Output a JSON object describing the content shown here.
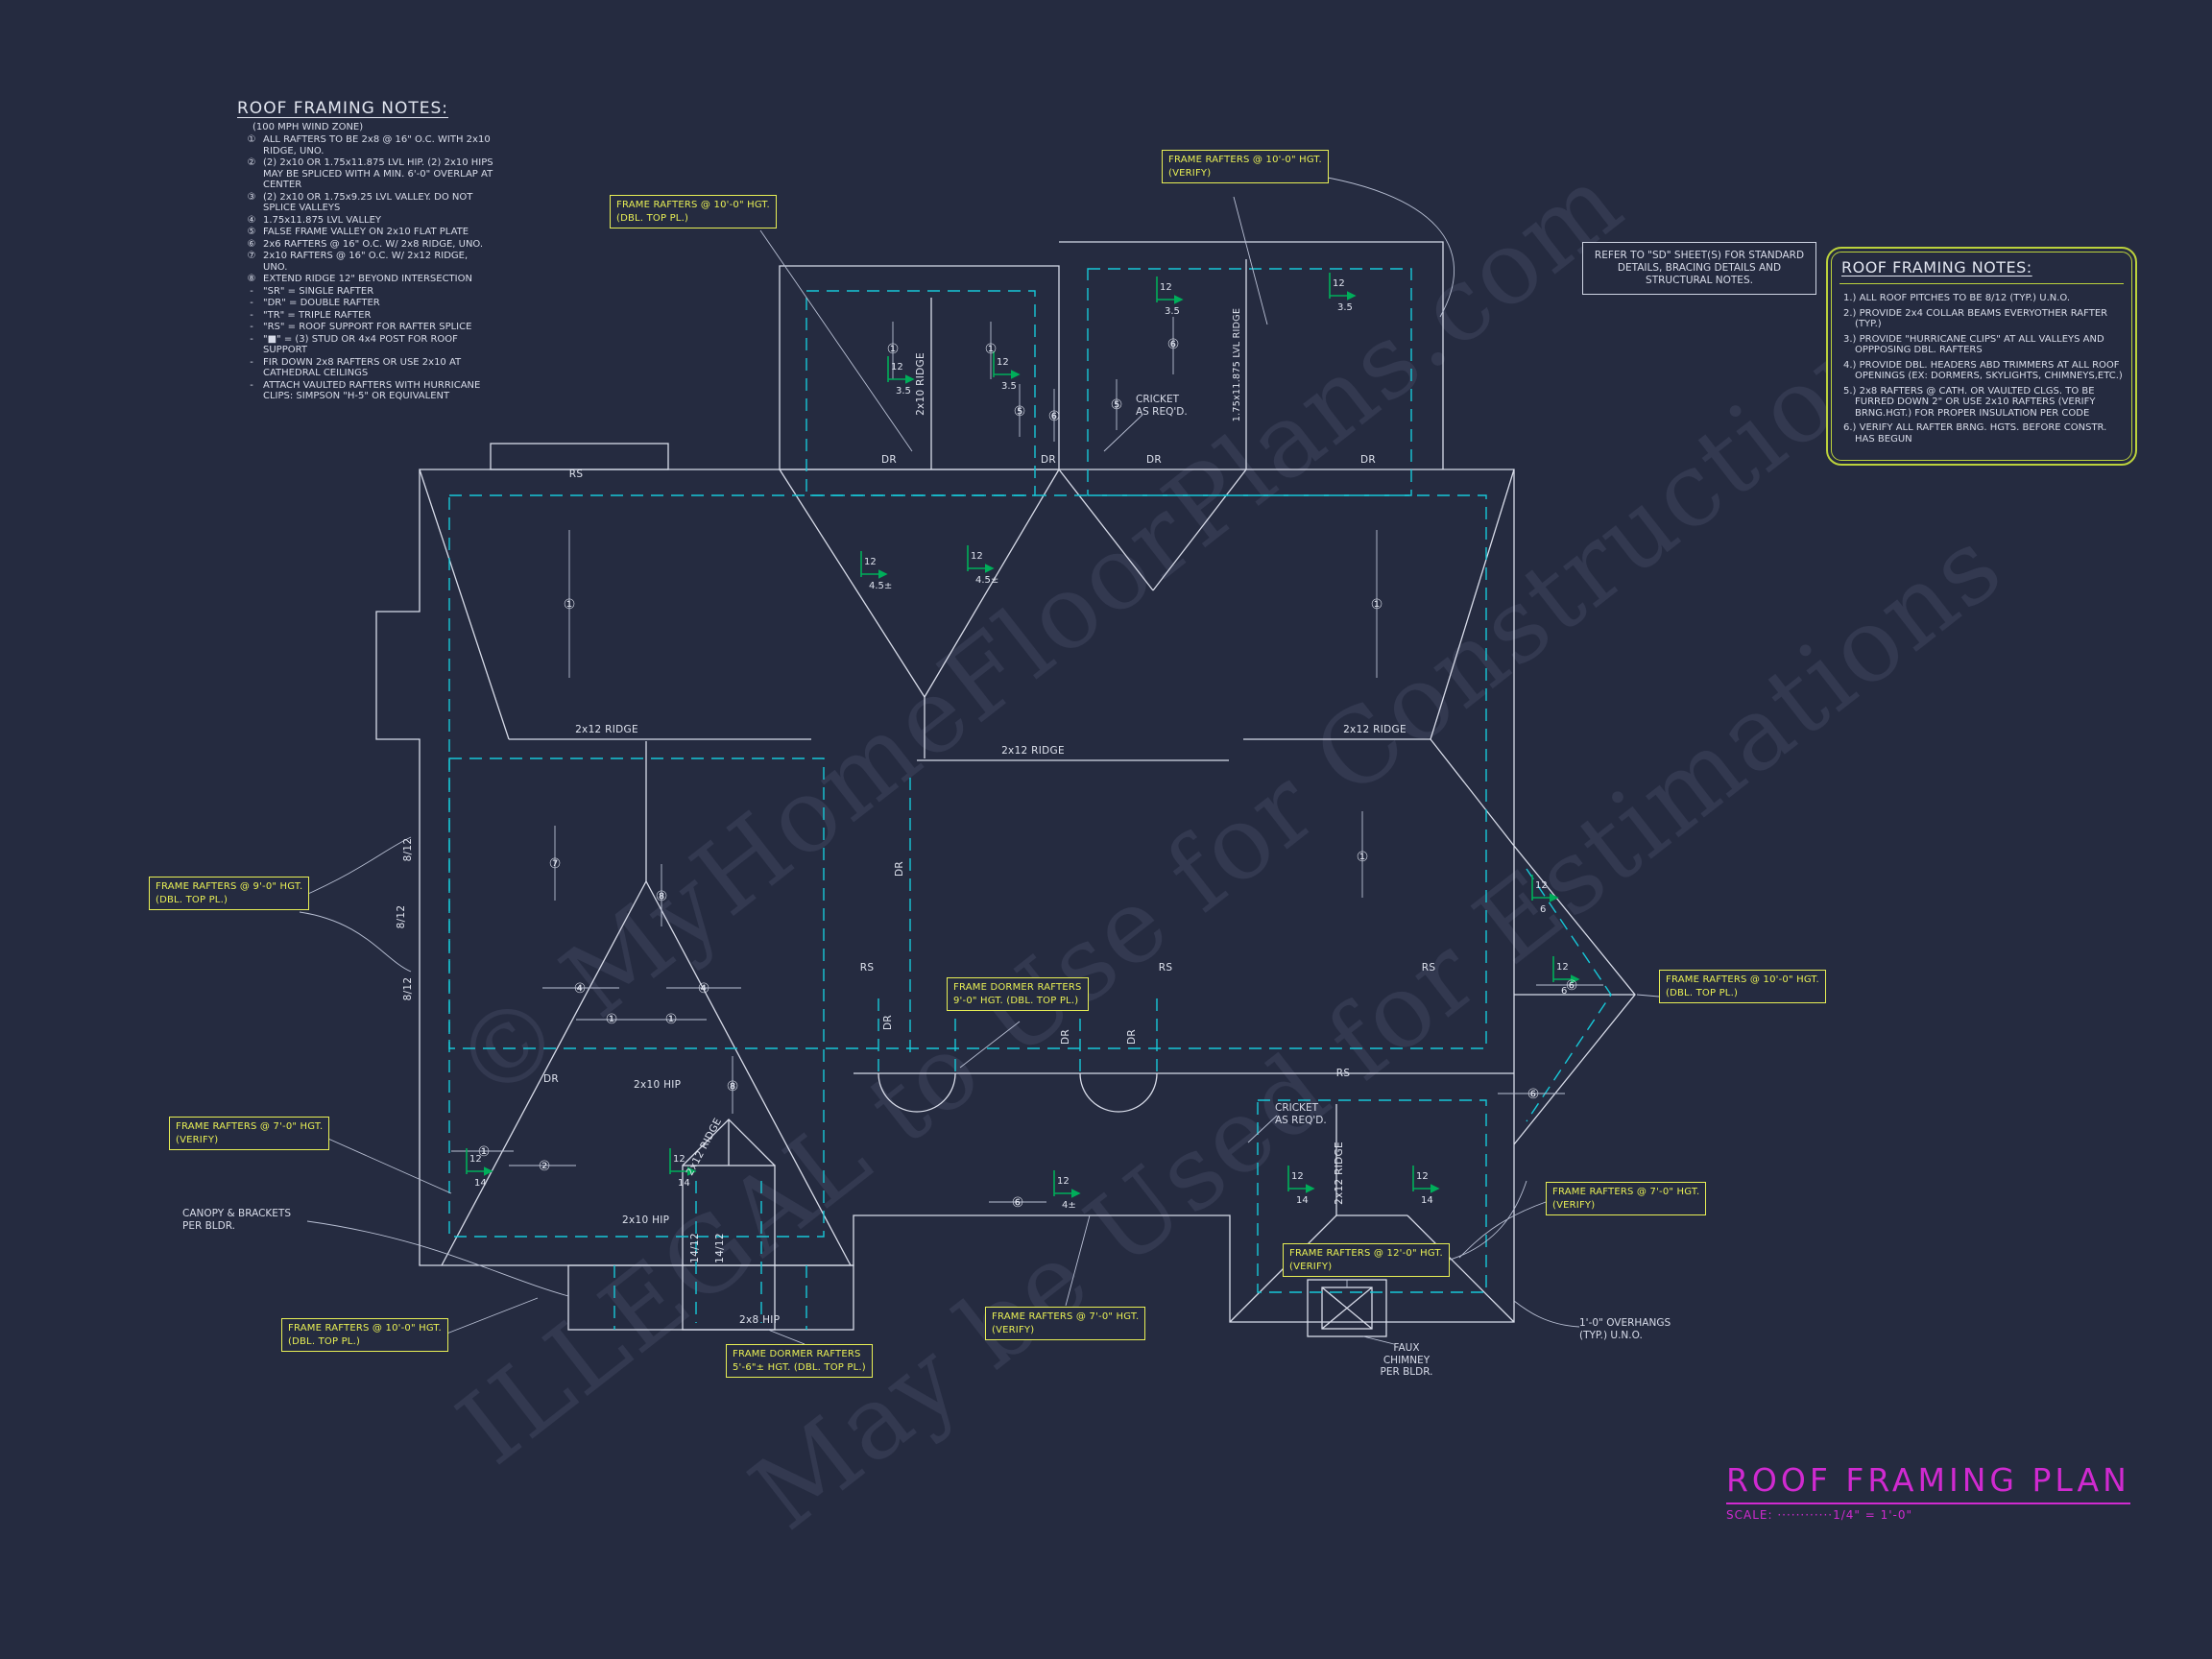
{
  "left_notes": {
    "title": "ROOF FRAMING NOTES:",
    "subtitle": "(100 MPH WIND ZONE)",
    "items": [
      {
        "num": "①",
        "text": "ALL RAFTERS TO BE 2x8 @ 16\" O.C. WITH 2x10 RIDGE, UNO."
      },
      {
        "num": "②",
        "text": "(2) 2x10 OR 1.75x11.875 LVL HIP. (2) 2x10 HIPS MAY BE SPLICED WITH A MIN. 6'-0\" OVERLAP AT CENTER"
      },
      {
        "num": "③",
        "text": "(2) 2x10 OR 1.75x9.25 LVL VALLEY. DO NOT SPLICE VALLEYS"
      },
      {
        "num": "④",
        "text": "1.75x11.875 LVL VALLEY"
      },
      {
        "num": "⑤",
        "text": "FALSE FRAME VALLEY ON 2x10 FLAT PLATE"
      },
      {
        "num": "⑥",
        "text": "2x6 RAFTERS @ 16\" O.C. W/ 2x8 RIDGE, UNO."
      },
      {
        "num": "⑦",
        "text": "2x10 RAFTERS @ 16\" O.C. W/ 2x12 RIDGE, UNO."
      },
      {
        "num": "⑧",
        "text": "EXTEND RIDGE 12\" BEYOND INTERSECTION"
      },
      {
        "num": "-",
        "text": "\"SR\" = SINGLE RAFTER"
      },
      {
        "num": "-",
        "text": "\"DR\" = DOUBLE RAFTER"
      },
      {
        "num": "-",
        "text": "\"TR\" = TRIPLE RAFTER"
      },
      {
        "num": "-",
        "text": "\"RS\" = ROOF SUPPORT FOR RAFTER SPLICE"
      },
      {
        "num": "-",
        "text": "\"■\" = (3) STUD OR 4x4 POST FOR ROOF SUPPORT"
      },
      {
        "num": "-",
        "text": "FIR DOWN 2x8 RAFTERS OR USE 2x10 AT CATHEDRAL CEILINGS"
      },
      {
        "num": "-",
        "text": "ATTACH VAULTED RAFTERS WITH HURRICANE CLIPS: SIMPSON \"H-5\" OR EQUIVALENT"
      }
    ]
  },
  "sd_note": {
    "text": "REFER TO \"SD\"  SHEET(S) FOR STANDARD DETAILS, BRACING DETAILS AND STRUCTURAL NOTES."
  },
  "right_notes": {
    "title": "ROOF FRAMING NOTES:",
    "items": [
      "1.) ALL ROOF PITCHES TO BE  8/12 (TYP.) U.N.O.",
      "2.) PROVIDE 2x4 COLLAR BEAMS EVERYOTHER RAFTER (TYP.)",
      "3.) PROVIDE \"HURRICANE CLIPS\" AT ALL VALLEYS AND OPPPOSING DBL. RAFTERS",
      "4.) PROVIDE DBL. HEADERS ABD TRIMMERS AT ALL ROOF OPENINGS (EX: DORMERS, SKYLIGHTS, CHIMNEYS,ETC.)",
      "5.) 2x8 RAFTERS @ CATH. OR VAULTED CLGS. TO BE FURRED DOWN 2\" OR USE 2x10 RAFTERS (VERIFY BRNG.HGT.) FOR PROPER INSULATION PER CODE",
      "6.) VERIFY ALL RAFTER BRNG. HGTS. BEFORE CONSTR. HAS BEGUN"
    ]
  },
  "callouts": {
    "c1": {
      "l1": "FRAME RAFTERS @ 10'-0\" HGT.",
      "l2": "(DBL. TOP PL.)"
    },
    "c2": {
      "l1": "FRAME RAFTERS @ 10'-0\" HGT.",
      "l2": "(VERIFY)"
    },
    "c3": {
      "l1": "FRAME RAFTERS @ 9'-0\" HGT.",
      "l2": "(DBL. TOP PL.)"
    },
    "c4": {
      "l1": "FRAME RAFTERS @ 7'-0\" HGT.",
      "l2": "(VERIFY)"
    },
    "c5": {
      "l1": "FRAME RAFTERS @ 10'-0\" HGT.",
      "l2": "(DBL. TOP PL.)"
    },
    "c6": {
      "l1": "FRAME DORMER RAFTERS",
      "l2": "5'-6\"± HGT. (DBL. TOP PL.)"
    },
    "c7": {
      "l1": "FRAME DORMER RAFTERS",
      "l2": "9'-0\" HGT. (DBL. TOP PL.)"
    },
    "c8": {
      "l1": "FRAME RAFTERS @ 7'-0\" HGT.",
      "l2": "(VERIFY)"
    },
    "c9": {
      "l1": "FRAME RAFTERS @ 12'-0\" HGT.",
      "l2": "(VERIFY)"
    },
    "c10": {
      "l1": "FRAME RAFTERS @ 7'-0\" HGT.",
      "l2": "(VERIFY)"
    },
    "c11": {
      "l1": "FRAME RAFTERS @ 10'-0\" HGT.",
      "l2": "(DBL. TOP PL.)"
    }
  },
  "annotations": {
    "canopy": "CANOPY & BRACKETS\nPER BLDR.",
    "cricket": "CRICKET\nAS REQ'D.",
    "faux_chimney": "FAUX\nCHIMNEY\nPER BLDR.",
    "overhangs": "1'-0\" OVERHANGS\n(TYP.) U.N.O."
  },
  "labels": {
    "ridge_2x12": "2x12 RIDGE",
    "ridge_2x10": "2x10 RIDGE",
    "ridge_lvl": "1.75x11.875 LVL RIDGE",
    "hip_2x10": "2x10 HIP",
    "hip_2x8": "2x8 HIP",
    "dr": "DR",
    "rs": "RS",
    "p812": "8/12",
    "p1412": "14/12"
  },
  "pitch": {
    "twelve": "12",
    "v35": "3.5",
    "v45": "4.5±",
    "v6": "6",
    "v14": "14",
    "v4": "4±"
  },
  "circled": {
    "n1": "①",
    "n2": "②",
    "n4": "④",
    "n5": "⑤",
    "n6": "⑥",
    "n7": "⑦",
    "n8": "⑧"
  },
  "title_block": {
    "title": "ROOF FRAMING PLAN",
    "scale": "SCALE: ············1/4\" = 1'-0\""
  },
  "watermark": {
    "l1": "© MyHomeFloorPlans.com",
    "l2": "ILLEGAL to Use for Constructions",
    "l3": "May be Used for Estimations"
  },
  "colors": {
    "background": "#252b40",
    "line": "#d8dce9",
    "cyan": "#17c8d8",
    "yellow": "#e8ef55",
    "magenta": "#d02ad0",
    "green": "#00ae5a"
  }
}
